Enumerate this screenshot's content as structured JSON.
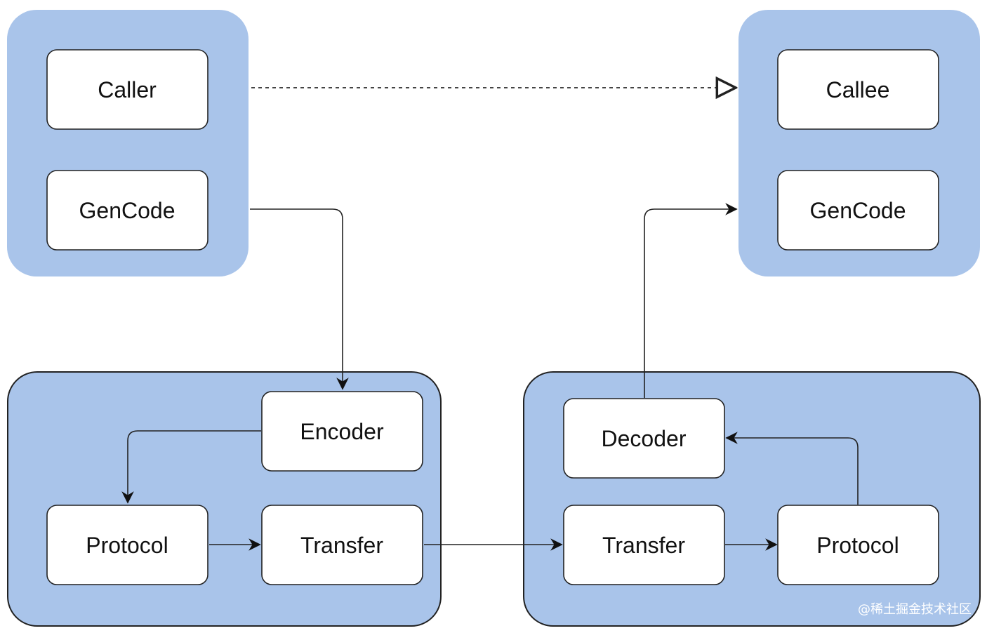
{
  "groups": [
    {
      "id": "caller-group",
      "fill": "#a9c4ea",
      "border": false
    },
    {
      "id": "callee-group",
      "fill": "#a9c4ea",
      "border": false
    },
    {
      "id": "client-stack",
      "fill": "#a9c4ea",
      "border": true
    },
    {
      "id": "server-stack",
      "fill": "#a9c4ea",
      "border": true
    }
  ],
  "nodes": {
    "caller": "Caller",
    "caller_gencode": "GenCode",
    "callee": "Callee",
    "callee_gencode": "GenCode",
    "client_encoder": "Encoder",
    "client_protocol": "Protocol",
    "client_transfer": "Transfer",
    "server_decoder": "Decoder",
    "server_transfer": "Transfer",
    "server_protocol": "Protocol"
  },
  "edges": [
    {
      "from": "caller",
      "to": "callee",
      "style": "dotted",
      "head": "open-triangle"
    },
    {
      "from": "caller-group",
      "to": "client_encoder",
      "style": "solid",
      "head": "arrow"
    },
    {
      "from": "client_encoder",
      "to": "client_protocol",
      "style": "solid",
      "head": "arrow"
    },
    {
      "from": "client_protocol",
      "to": "client_transfer",
      "style": "solid",
      "head": "arrow"
    },
    {
      "from": "client_transfer",
      "to": "server_transfer",
      "style": "solid",
      "head": "arrow"
    },
    {
      "from": "server_transfer",
      "to": "server_protocol",
      "style": "solid",
      "head": "arrow"
    },
    {
      "from": "server_protocol",
      "to": "server_decoder",
      "style": "solid",
      "head": "arrow"
    },
    {
      "from": "server_decoder",
      "to": "callee-group",
      "style": "solid",
      "head": "arrow"
    }
  ],
  "credit": "@稀土掘金技术社区",
  "colors": {
    "group_fill": "#a9c4ea",
    "node_fill": "#ffffff",
    "stroke": "#222222"
  }
}
